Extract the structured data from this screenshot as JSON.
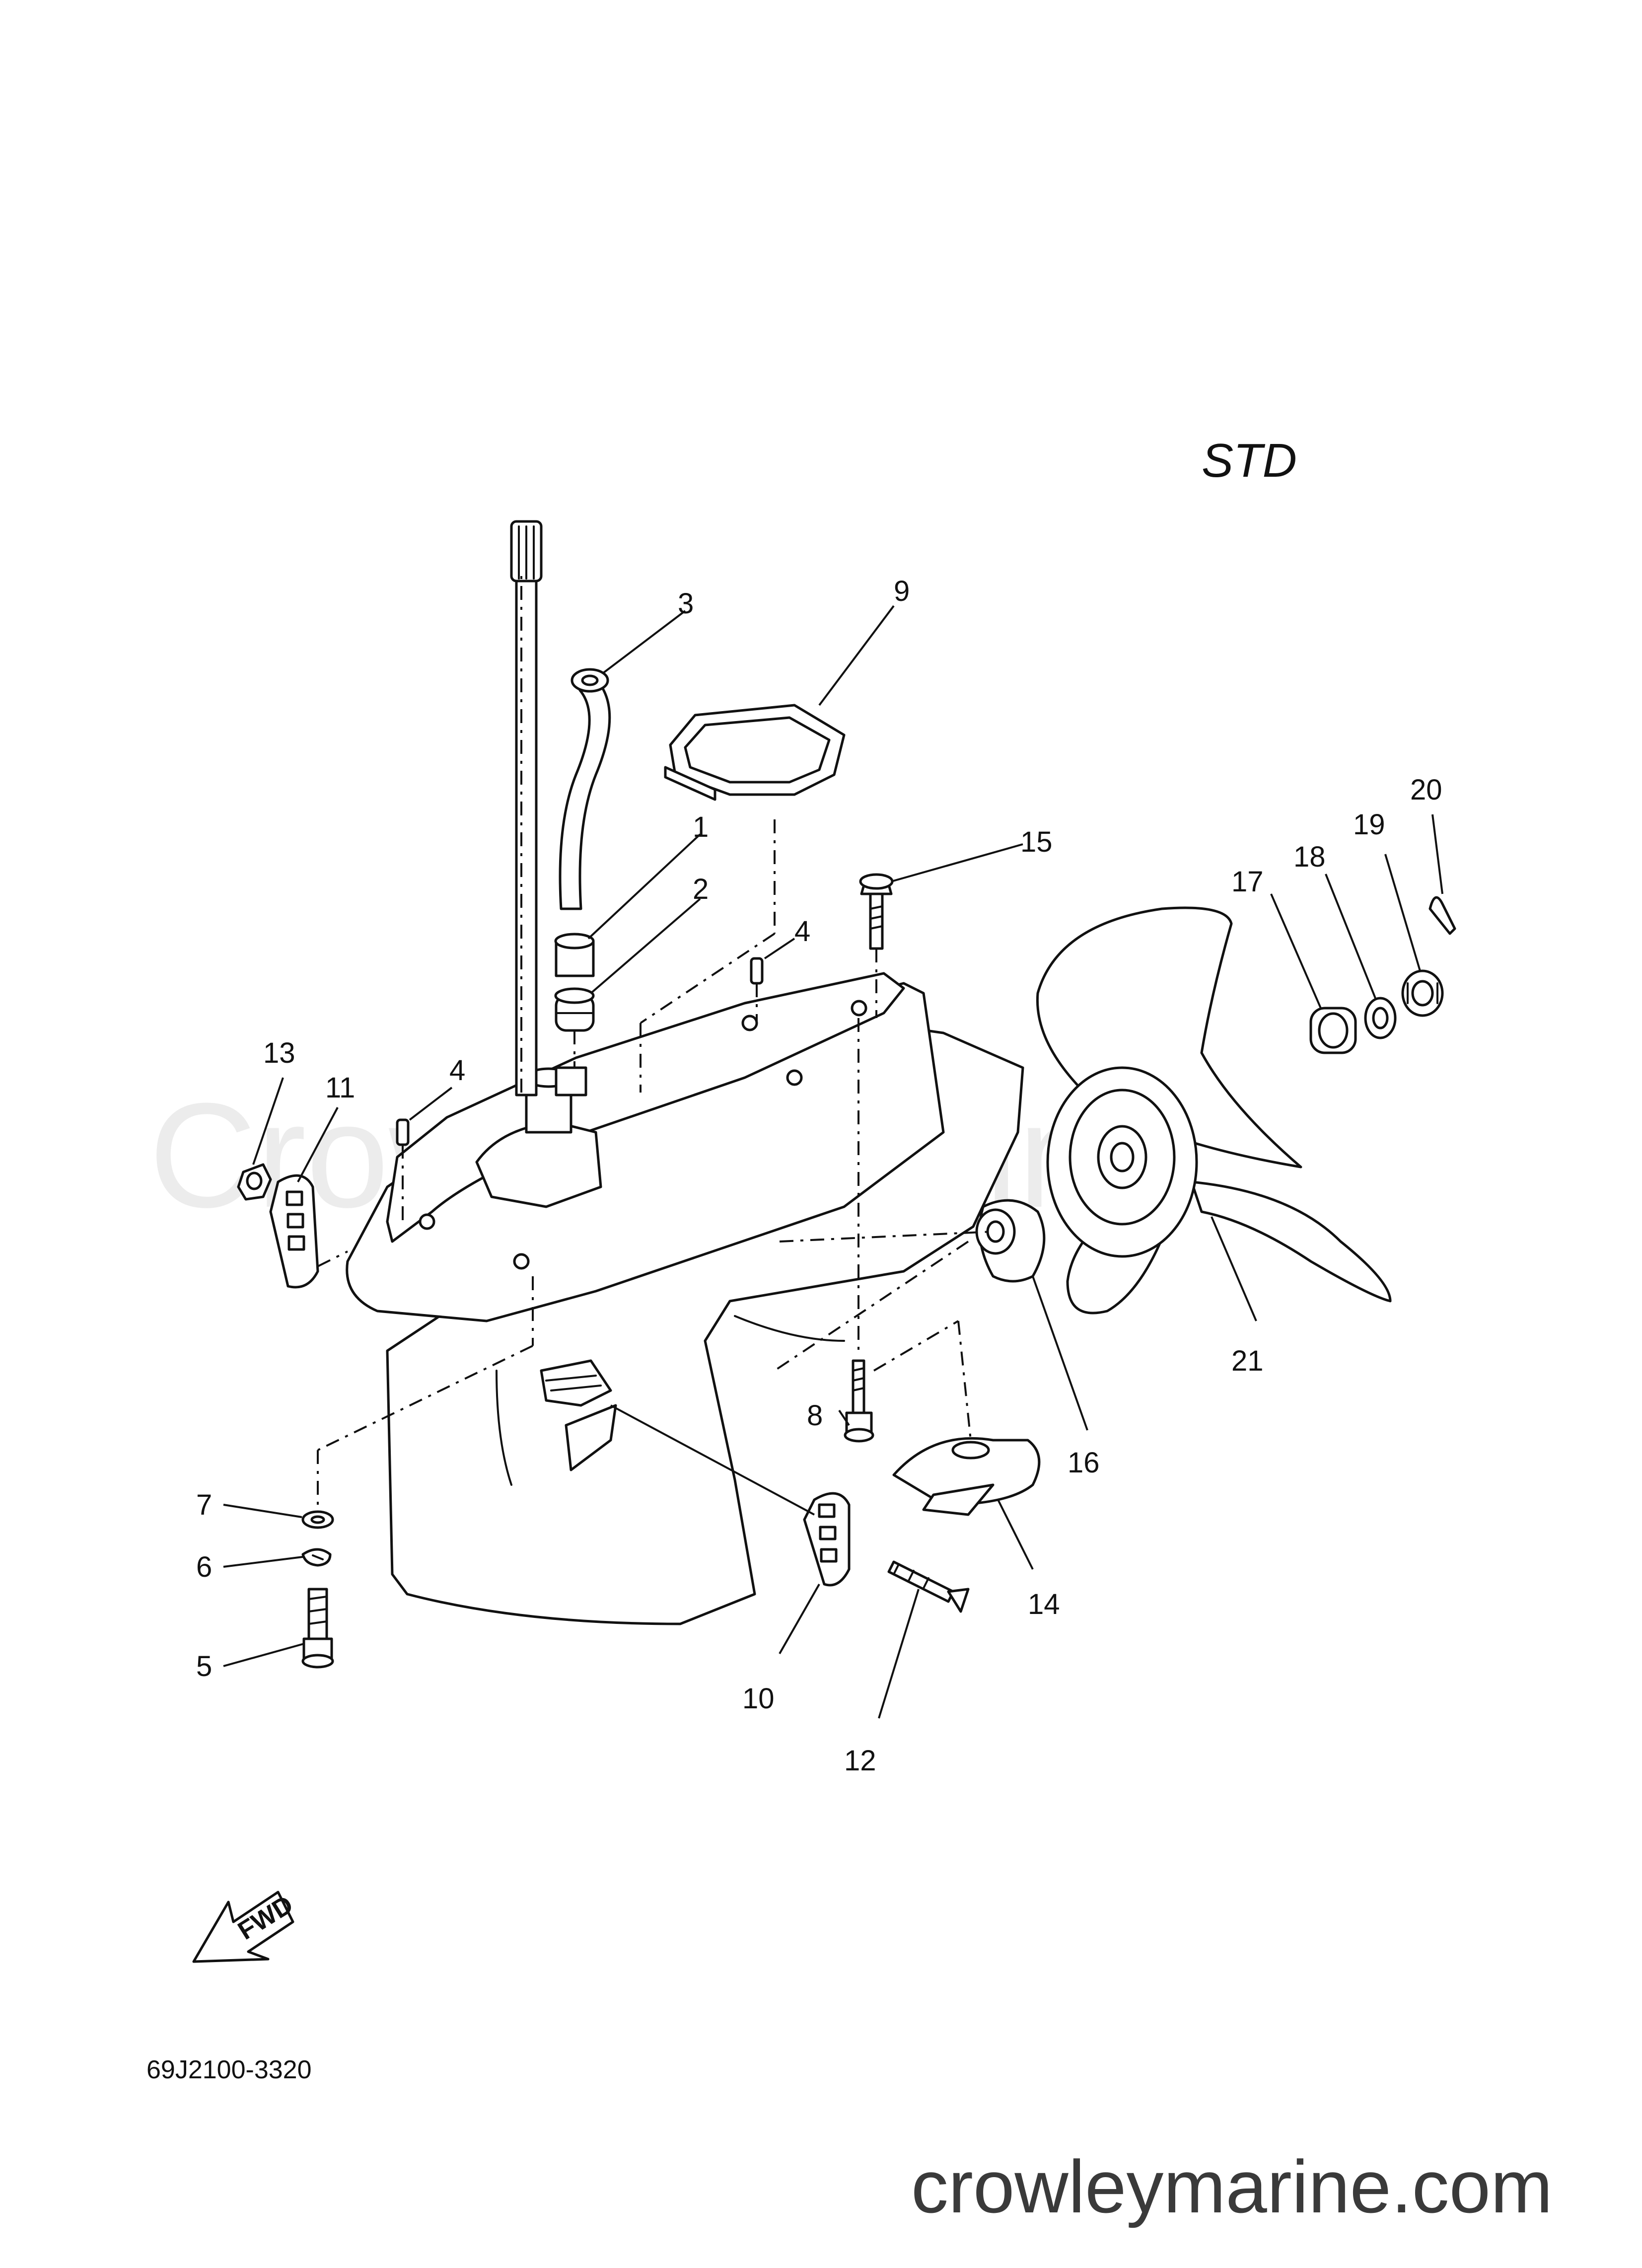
{
  "watermark": "Crowley Marine",
  "variant_label": "STD",
  "diagram_code": "69J2100-3320",
  "fwd_label": "FWD",
  "website": "crowleymarine.com",
  "callouts": {
    "c1": "1",
    "c2": "2",
    "c3": "3",
    "c4a": "4",
    "c4b": "4",
    "c5": "5",
    "c6": "6",
    "c7": "7",
    "c8": "8",
    "c9": "9",
    "c10": "10",
    "c11": "11",
    "c12": "12",
    "c13": "13",
    "c14": "14",
    "c15": "15",
    "c16": "16",
    "c17": "17",
    "c18": "18",
    "c19": "19",
    "c20": "20",
    "c21": "21"
  }
}
